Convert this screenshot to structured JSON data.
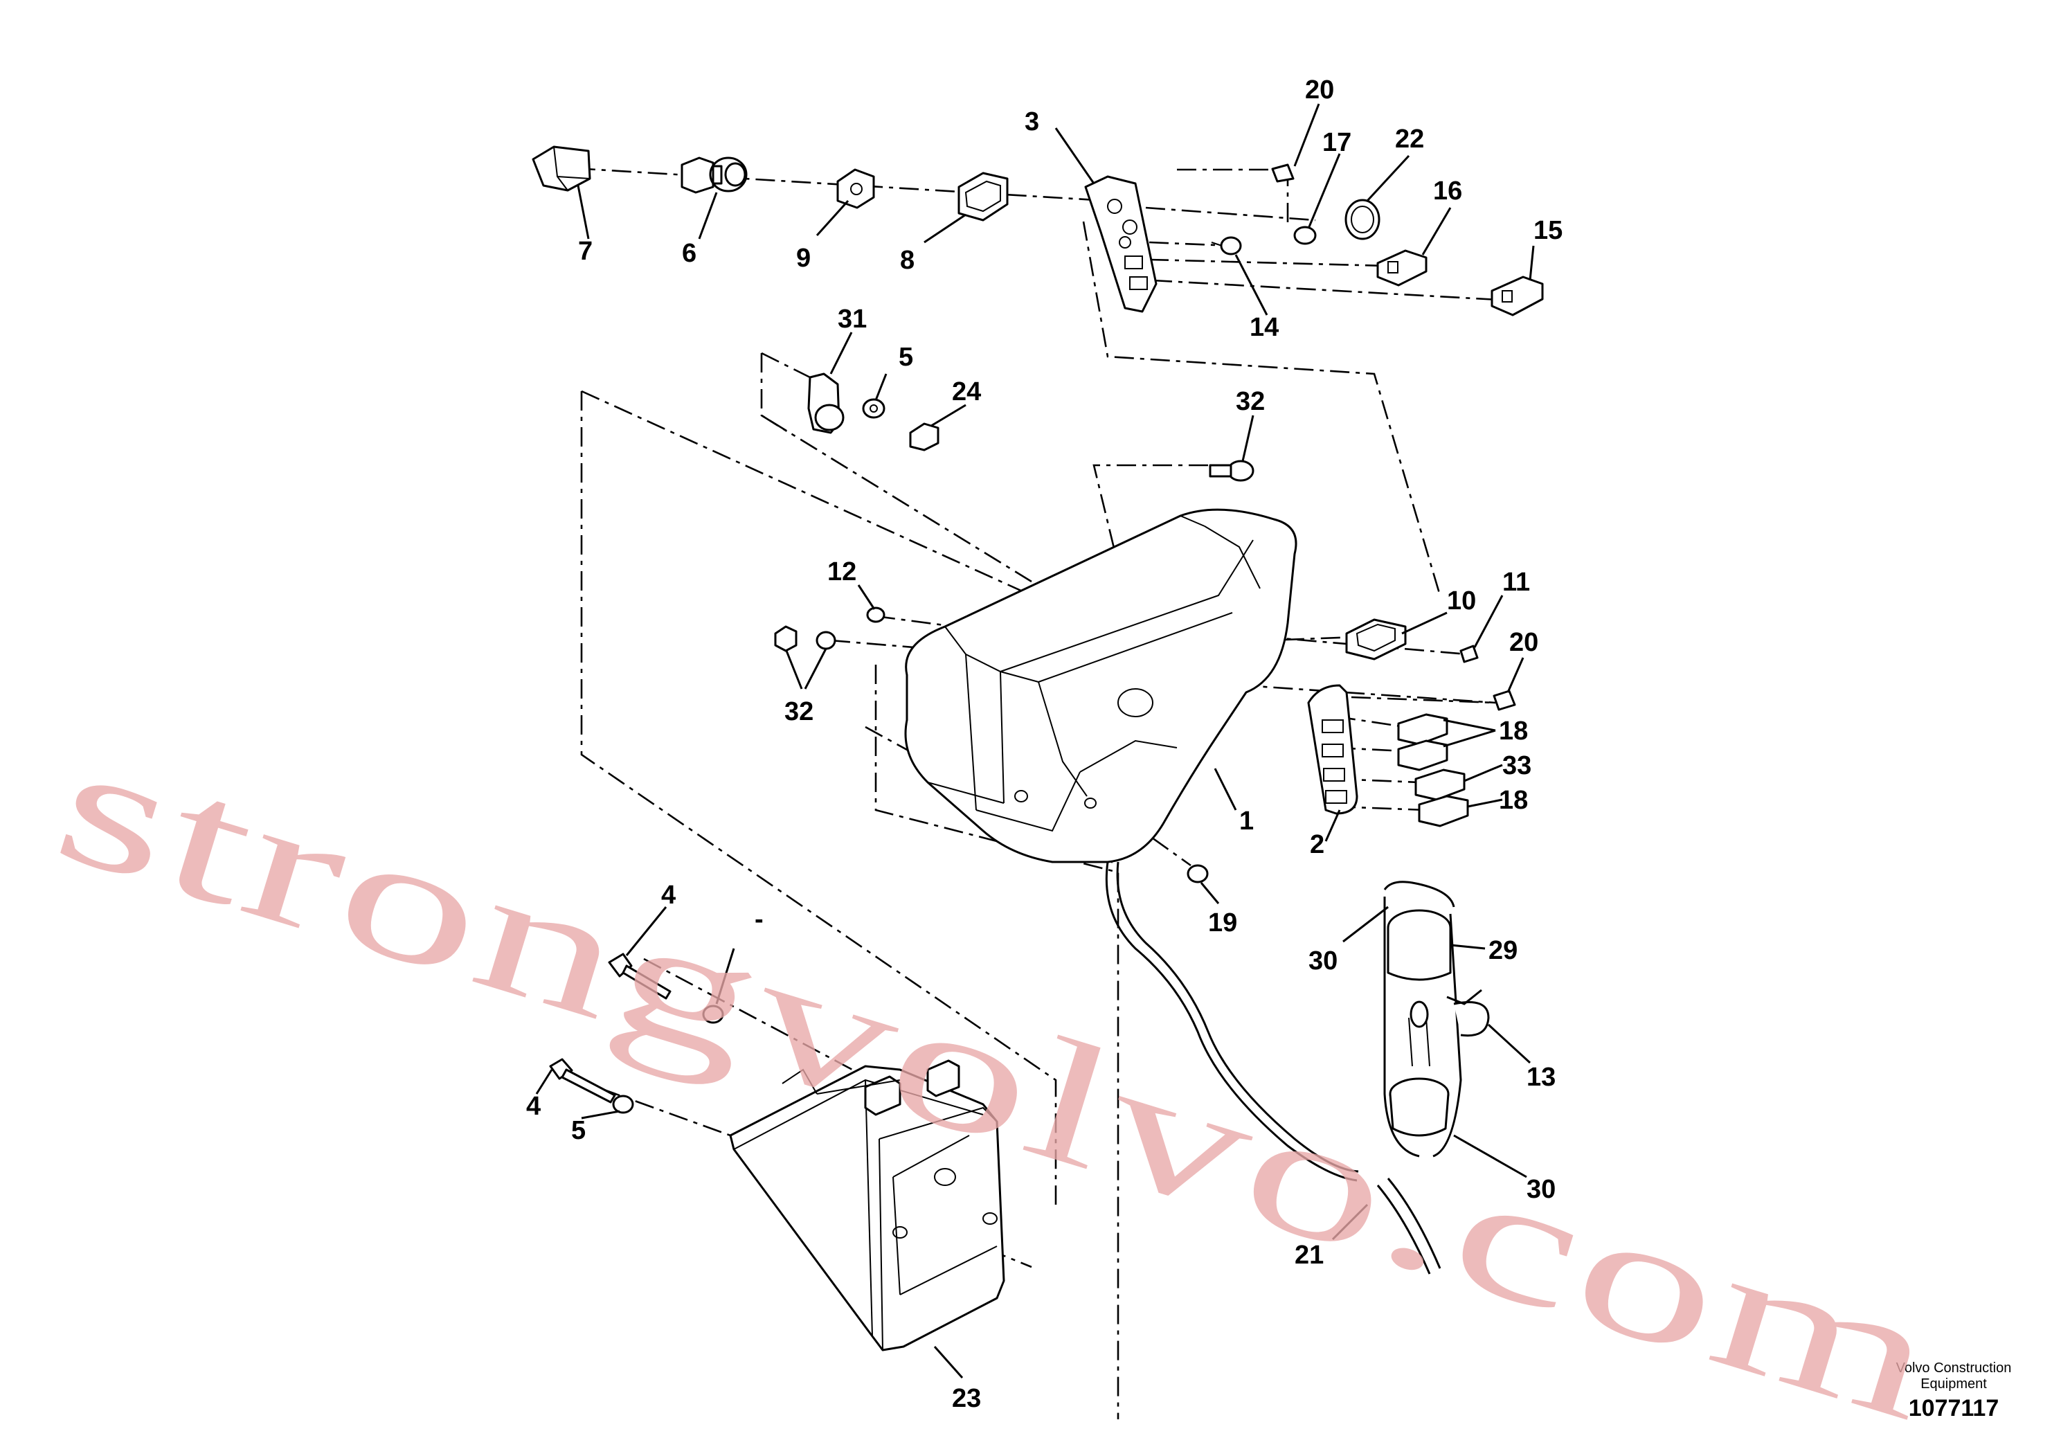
{
  "labels": {
    "p1": "1",
    "p2": "2",
    "p3": "3",
    "p4a": "4",
    "p4b": "4",
    "p5a": "5",
    "p5b": "5",
    "p6": "6",
    "p7": "7",
    "p8": "8",
    "p9": "9",
    "p10": "10",
    "p11": "11",
    "p12": "12",
    "p13": "13",
    "p14": "14",
    "p15": "15",
    "p16": "16",
    "p17": "17",
    "p18a": "18",
    "p18b": "18",
    "p19": "19",
    "p20a": "20",
    "p20b": "20",
    "p21": "21",
    "p22": "22",
    "p23": "23",
    "p24": "24",
    "p29": "29",
    "p30a": "30",
    "p30b": "30",
    "p31": "31",
    "p32a": "32",
    "p32b": "32",
    "p33": "33",
    "dash": "-"
  },
  "footer": {
    "company_line1": "Volvo Construction",
    "company_line2": "Equipment",
    "document_number": "1077117"
  },
  "watermark": "strongvolvo.com"
}
